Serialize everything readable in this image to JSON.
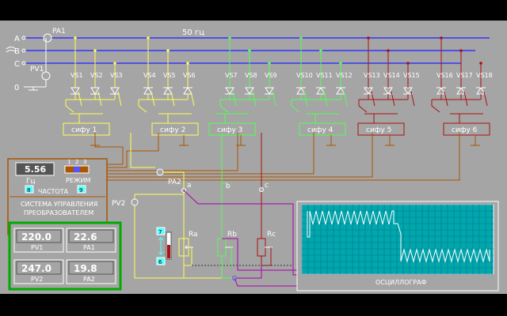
{
  "phases": {
    "a": "A",
    "b": "B",
    "c": "C",
    "zero": "0"
  },
  "meters_top": {
    "pa1": "PA1",
    "pv1": "PV1",
    "freq": "50 гц"
  },
  "thyristors": [
    "VS1",
    "VS2",
    "VS3",
    "VS4",
    "VS5",
    "VS6",
    "VS7",
    "VS8",
    "VS9",
    "VS10",
    "VS11",
    "VS12",
    "VS13",
    "VS14",
    "VS15",
    "VS16",
    "VS17",
    "VS18"
  ],
  "sifu": [
    "сифу 1",
    "сифу 2",
    "сифу 3",
    "сифу 4",
    "сифу 5",
    "сифу 6"
  ],
  "control": {
    "freq_value": "5.56",
    "freq_unit": "Гц",
    "mode_numbers": [
      "1",
      "2",
      "3"
    ],
    "mode_label": "РЕЖИМ",
    "freq_down": "8",
    "freq_up": "9",
    "freq_label": "ЧАСТОТА",
    "title_line1": "СИСТЕМА УПРАВЛЕНИЯ",
    "title_line2": "ПРЕОБРАЗОВАТЕЛЕМ"
  },
  "load": {
    "pa2": "PA2",
    "pv2": "PV2",
    "node_a": "a",
    "node_b": "b",
    "node_c": "c",
    "ra": "Ra",
    "rb": "Rb",
    "rc": "Rc",
    "adj_up": "7",
    "adj_down": "6"
  },
  "readouts": [
    {
      "value": "220.0",
      "label": "PV1"
    },
    {
      "value": "22.6",
      "label": "PA1"
    },
    {
      "value": "247.0",
      "label": "PV2"
    },
    {
      "value": "19.8",
      "label": "PA2"
    }
  ],
  "oscilloscope": {
    "label": "ОСЦИЛЛОГРАФ"
  },
  "colors": {
    "phase_line": "#3434ff",
    "phase_a_branch": "#ffff55",
    "phase_b_branch": "#55ff55",
    "phase_c_branch": "#aa1111",
    "sifu_box": "#ffff55",
    "control_border": "#aa5500",
    "readout_border": "#00aa00",
    "scope_bg": "#00a8a8",
    "trace": "#ffffff",
    "magenta": "#aa00aa"
  }
}
